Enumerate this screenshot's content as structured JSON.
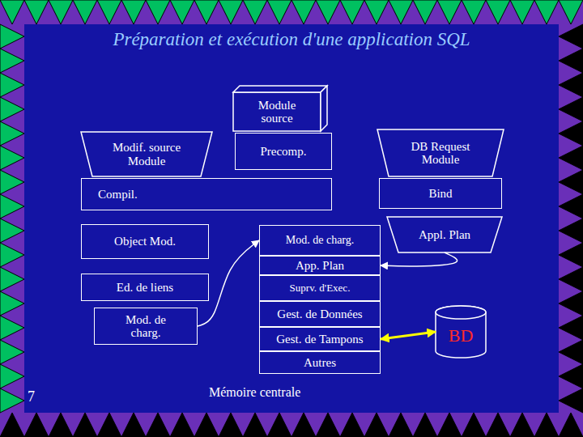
{
  "diagram": {
    "title": "Préparation et exécution d'une application SQL",
    "nodes": [
      {
        "text": [
          "Module source"
        ]
      },
      {
        "text": [
          "Modif. source Module"
        ]
      },
      {
        "text": [
          "Precomp."
        ]
      },
      {
        "text": [
          "DB Request Module"
        ]
      },
      {
        "text": [
          "Compil."
        ]
      },
      {
        "text": [
          "Bind"
        ]
      },
      {
        "text": [
          "Object Mod."
        ]
      },
      {
        "text": [
          "Mod. de charg."
        ]
      },
      {
        "text": [
          "Appl. Plan"
        ]
      },
      {
        "text": [
          "App. Plan"
        ]
      },
      {
        "text": [
          "Ed. de liens"
        ]
      },
      {
        "text": [
          "Suprv. d'Exec."
        ]
      },
      {
        "text": [
          "Mod. de charg."
        ]
      },
      {
        "text": [
          "Gest. de Données"
        ]
      },
      {
        "text": [
          "Gest. de Tampons"
        ]
      },
      {
        "text": [
          "BD"
        ]
      },
      {
        "text": [
          "Autres"
        ]
      }
    ],
    "edges": [
      {
        "from": 12,
        "to": 7,
        "arrow": "to"
      },
      {
        "from": 8,
        "to": 9,
        "arrow": "to"
      },
      {
        "from": 14,
        "to": 15,
        "arrow": "both"
      }
    ],
    "labels": [
      "Mémoire centrale",
      "7"
    ]
  }
}
